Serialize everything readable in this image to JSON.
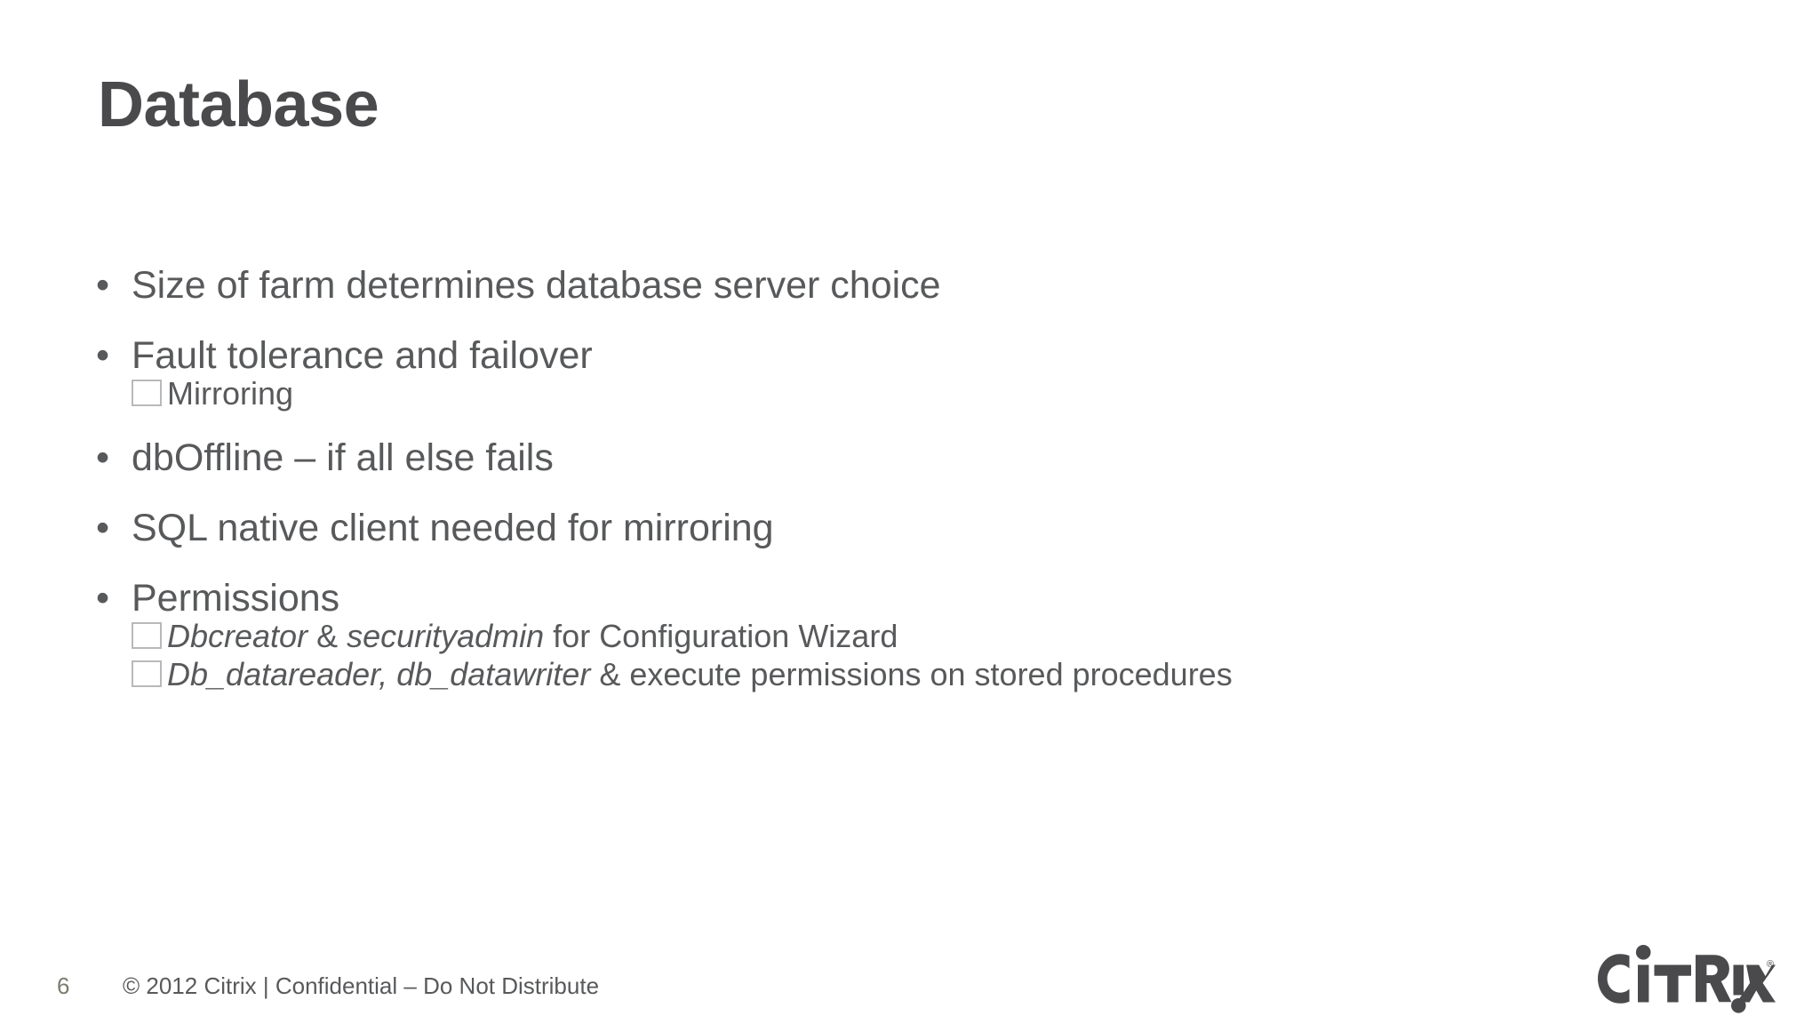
{
  "slide": {
    "title": "Database",
    "bullets": [
      {
        "marker": "•",
        "text": "Size of farm determines database server choice",
        "sub": []
      },
      {
        "marker": "•",
        "text": "Fault tolerance and failover",
        "sub": [
          {
            "marker": "square-outline",
            "text": "Mirroring"
          }
        ]
      },
      {
        "marker": "•",
        "text": "dbOffline – if all else fails",
        "sub": []
      },
      {
        "marker": "•",
        "text": "SQL native client needed for mirroring",
        "sub": []
      },
      {
        "marker": "•",
        "text": "Permissions",
        "sub": [
          {
            "marker": "square-outline",
            "italic_1": "Dbcreator",
            "plain_1": " & ",
            "italic_2": "securityadmin",
            "plain_2": " for Configuration Wizard"
          },
          {
            "marker": "square-outline",
            "italic_1": "Db_datareader, db_datawriter",
            "plain_1": " & execute permissions on stored procedures"
          }
        ]
      }
    ]
  },
  "footer": {
    "page_number": "6",
    "note": "© 2012 Citrix | Confidential – Do Not Distribute"
  },
  "logo": {
    "name": "citrix-logo",
    "text": "CiTRiX",
    "trademark": "®",
    "color": "#4a4a4c"
  },
  "colors": {
    "background": "#ffffff",
    "title": "#4a4a4c",
    "body_text": "#58595b",
    "sub_marker_border": "#b9b9bb",
    "page_number": "#7c7c6e"
  }
}
